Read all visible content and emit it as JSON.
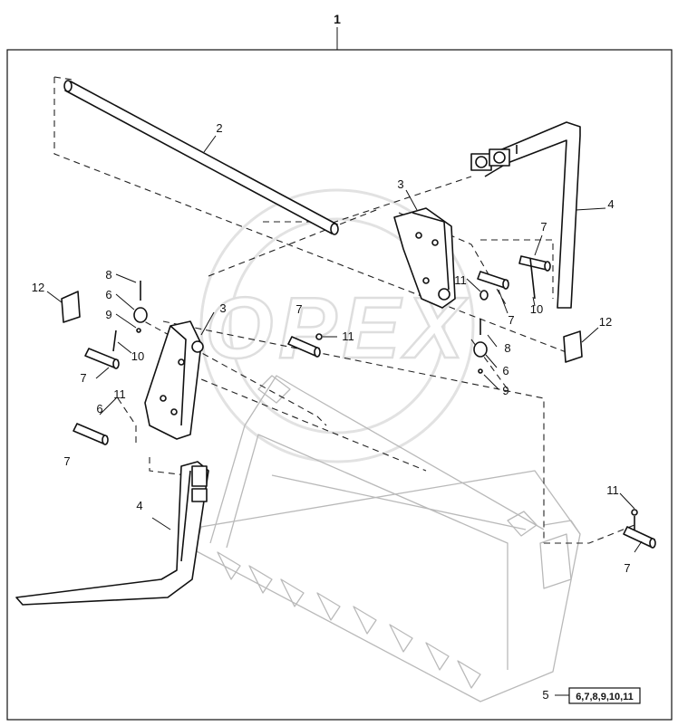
{
  "callouts": {
    "c1": "1",
    "c2": "2",
    "c3a": "3",
    "c3b": "3",
    "c4a": "4",
    "c4b": "4",
    "c5": "5",
    "c6a": "6",
    "c6b": "6",
    "c6c": "6",
    "c7a": "7",
    "c7b": "7",
    "c7c": "7",
    "c7d": "7",
    "c7e": "7",
    "c7f": "7",
    "c8a": "8",
    "c8b": "8",
    "c9a": "9",
    "c9b": "9",
    "c10a": "10",
    "c10b": "10",
    "c11a": "11",
    "c11b": "11",
    "c11c": "11",
    "c11d": "11",
    "c12a": "12",
    "c12b": "12"
  },
  "kit_list": "6,7,8,9,10,11",
  "watermark": "OPEX",
  "colors": {
    "line": "#111111",
    "ghost": "#b9b9b9",
    "watermark": "#e2e2e2"
  }
}
